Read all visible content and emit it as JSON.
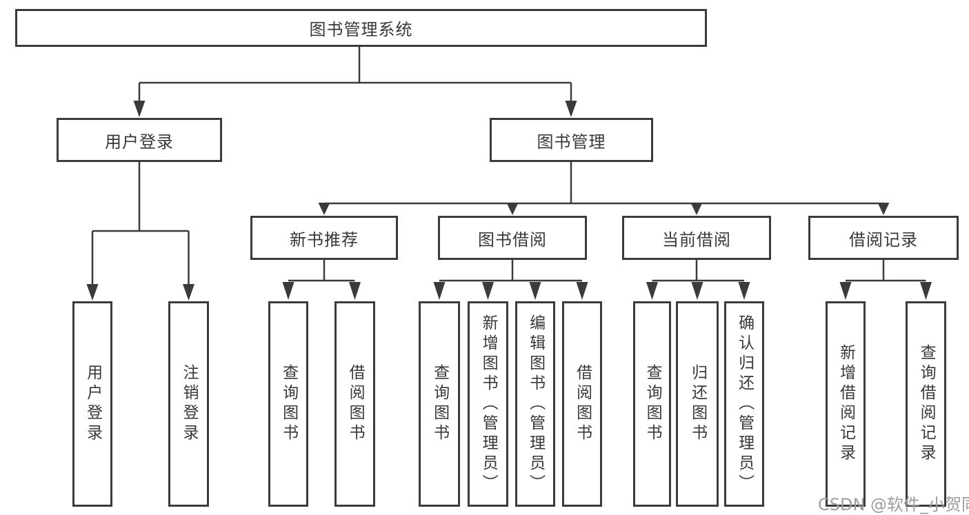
{
  "diagram": {
    "type": "hierarchy-tree",
    "colors": {
      "background": "#ffffff",
      "line": "#3b3b3b",
      "box_border": "#3b3b3b",
      "text": "#383838",
      "watermark_text": "#9c9c9c"
    },
    "watermark": "CSDN @软件_小贺同学",
    "nodes": {
      "root": "图书管理系统",
      "user_login": "用户登录",
      "book_mgmt": "图书管理",
      "new_book_rec": "新书推荐",
      "book_borrow": "图书借阅",
      "current_borrow": "当前借阅",
      "borrow_record": "借阅记录",
      "leaf_user_login": "用户登录",
      "leaf_logout": "注销登录",
      "leaf_rec_query": "查询图书",
      "leaf_rec_borrow": "借阅图书",
      "leaf_bb_query": "查询图书",
      "leaf_bb_add": "新增图书（管理员）",
      "leaf_bb_edit": "编辑图书（管理员）",
      "leaf_bb_borrow": "借阅图书",
      "leaf_cb_query": "查询图书",
      "leaf_cb_return": "归还图书",
      "leaf_cb_confirm": "确认归还（管理员）",
      "leaf_br_add": "新增借阅记录",
      "leaf_br_query": "查询借阅记录"
    },
    "edges": [
      "图书管理系统→用户登录",
      "图书管理系统→图书管理",
      "用户登录→用户登录(叶)",
      "用户登录→注销登录",
      "图书管理→新书推荐",
      "图书管理→图书借阅",
      "图书管理→当前借阅",
      "图书管理→借阅记录",
      "新书推荐→查询图书",
      "新书推荐→借阅图书",
      "图书借阅→查询图书",
      "图书借阅→新增图书（管理员）",
      "图书借阅→编辑图书（管理员）",
      "图书借阅→借阅图书",
      "当前借阅→查询图书",
      "当前借阅→归还图书",
      "当前借阅→确认归还（管理员）",
      "借阅记录→新增借阅记录",
      "借阅记录→查询借阅记录"
    ]
  }
}
